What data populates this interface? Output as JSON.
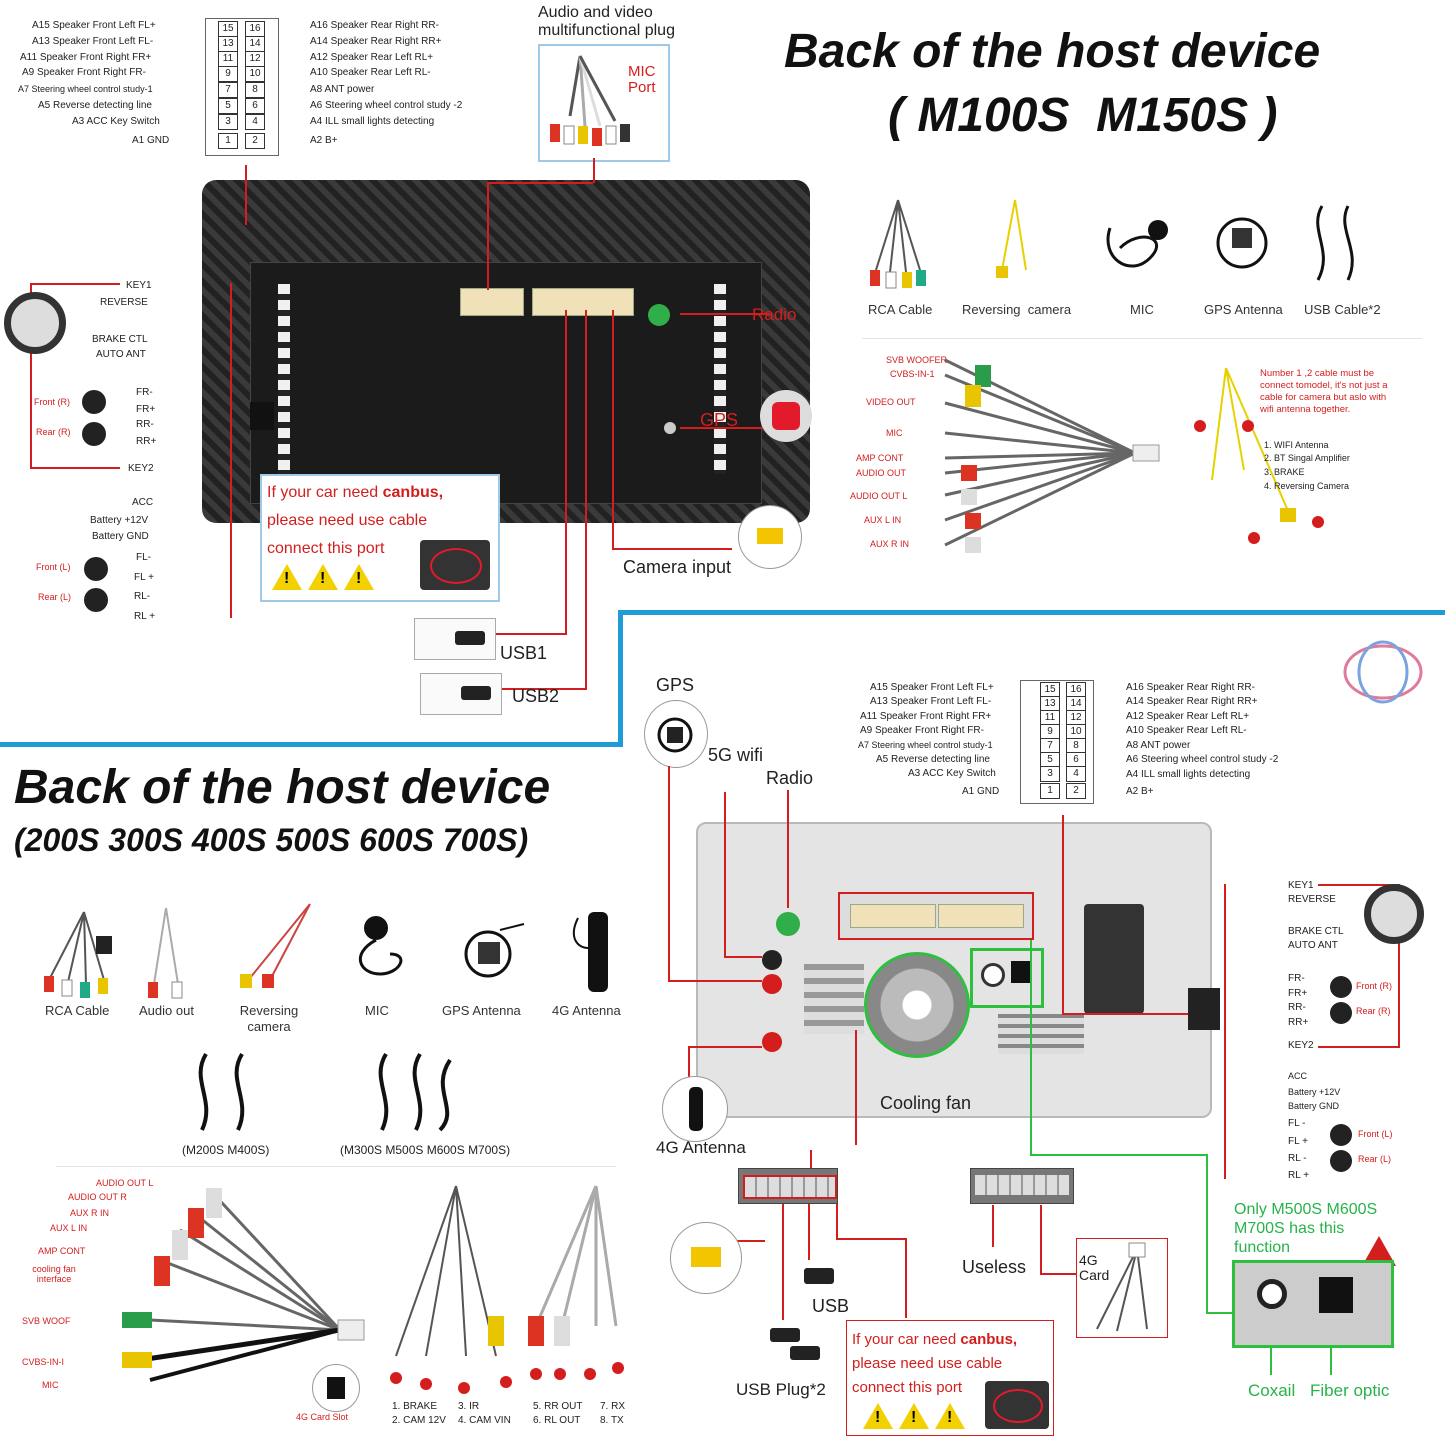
{
  "top": {
    "title": "Back of the host device",
    "subtitle": "( M100S  M150S )",
    "pins_left": [
      "A15 Speaker Front Left FL+",
      "A13 Speaker Front Left FL-",
      "A11 Speaker Front Right FR+",
      "A9  Speaker Front Right FR-",
      "A7  Steering wheel control study-1",
      "A5  Reverse detecting line",
      "A3 ACC Key Switch",
      "A1 GND"
    ],
    "pins_right": [
      "A16 Speaker Rear Right RR-",
      "A14 Speaker Rear Right RR+",
      "A12 Speaker Rear Left RL+",
      "A10 Speaker Rear Left RL-",
      "A8  ANT power",
      "A6  Steering wheel control study -2",
      "A4  ILL small lights detecting",
      "A2  B+"
    ],
    "pin_numbers_left": [
      "15",
      "13",
      "11",
      "9",
      "7",
      "5",
      "3",
      "1"
    ],
    "pin_numbers_right": [
      "16",
      "14",
      "12",
      "10",
      "8",
      "6",
      "4",
      "2"
    ],
    "av_plug": "Audio and video multifunctional plug",
    "mic_port": "MIC Port",
    "left_labels": {
      "key1": "KEY1",
      "reverse": "REVERSE",
      "brake": "BRAKE CTL",
      "auto_ant": "AUTO ANT",
      "front_r": "Front (R)",
      "rear_r": "Rear (R)",
      "fr_minus": "FR-",
      "fr_plus": "FR+",
      "rr_minus": "RR-",
      "rr_plus": "RR+",
      "key2": "KEY2",
      "acc": "ACC",
      "battery12": "Battery +12V",
      "battery_gnd": "Battery GND",
      "front_l": "Front (L)",
      "rear_l": "Rear (L)",
      "fl_minus": "FL-",
      "fl_plus": "FL +",
      "rl_minus": "RL-",
      "rl_plus": "RL +"
    },
    "radio": "Radio",
    "gps": "GPS",
    "canbus": {
      "line1a": "If your car need ",
      "bold": "canbus,",
      "line2": "please need use cable",
      "line3": "connect this port"
    },
    "camera_input": "Camera input",
    "usb1": "USB1",
    "usb2": "USB2",
    "accessories": [
      "RCA Cable",
      "Reversing  camera",
      "MIC",
      "GPS Antenna",
      "USB Cable*2"
    ],
    "harness_labels": [
      "SVB WOOFER",
      "CVBS-IN-1",
      "VIDEO OUT",
      "MIC",
      "AMP CONT",
      "AUDIO OUT",
      "AUDIO OUT L",
      "AUX L IN",
      "AUX R IN"
    ],
    "note": "Number 1 ,2 cable must be connect tomodel, it's not just a cable for camera but aslo with wifi antenna together.",
    "note_list": [
      "1. WIFI Antenna",
      "2. BT Singal Amplifier",
      "3. BRAKE",
      "4. Reversing Camera"
    ]
  },
  "bottom": {
    "title": "Back of the host device",
    "subtitle": "(200S 300S 400S 500S 600S 700S)",
    "accessories": [
      "RCA Cable",
      "Audio out",
      "Reversing camera",
      "MIC",
      "GPS Antenna",
      "4G Antenna"
    ],
    "usb_models": [
      "(M200S M400S)",
      "(M300S M500S M600S M700S)"
    ],
    "harness_labels": [
      "AUDIO OUT L",
      "AUDIO OUT R",
      "AUX R IN",
      "AUX L IN",
      "AMP CONT",
      "cooling fan interface",
      "SVB WOOF",
      "CVBS-IN-I",
      "MIC"
    ],
    "card_slot": "4G Card Slot",
    "cable_legend": [
      "1. BRAKE",
      "2. CAM 12V",
      "3. IR",
      "4. CAM VIN",
      "5. RR OUT",
      "6. RL OUT",
      "7. RX",
      "8. TX"
    ],
    "gps": "GPS",
    "wifi": "5G wifi",
    "radio": "Radio",
    "antenna_4g": "4G Antenna",
    "cooling_fan": "Cooling fan",
    "useless": "Useless",
    "card_4g": "4G Card",
    "usb": "USB",
    "usb_plug": "USB Plug*2",
    "only_note": "Only M500S M600S M700S has this function",
    "coaxil": "Coxail",
    "fiber": "Fiber optic",
    "right_labels": [
      "KEY1",
      "REVERSE",
      "BRAKE CTL",
      "AUTO ANT",
      "FR-",
      "FR+",
      "RR-",
      "RR+",
      "KEY2",
      "ACC",
      "Battery +12V",
      "Battery GND",
      "FL -",
      "FL +",
      "RL -",
      "RL +"
    ],
    "speaker_labels": [
      "Front (R)",
      "Rear (R)",
      "Front (L)",
      "Rear (L)"
    ],
    "canbus": {
      "line1a": "If your car need ",
      "bold": "canbus,",
      "line2": "please need use cable",
      "line3": "connect this port"
    }
  },
  "colors": {
    "accent_red": "#d41e1e",
    "divider_blue": "#1f9bd7",
    "green": "#2fbf3f",
    "warning_yellow": "#f3d100"
  }
}
